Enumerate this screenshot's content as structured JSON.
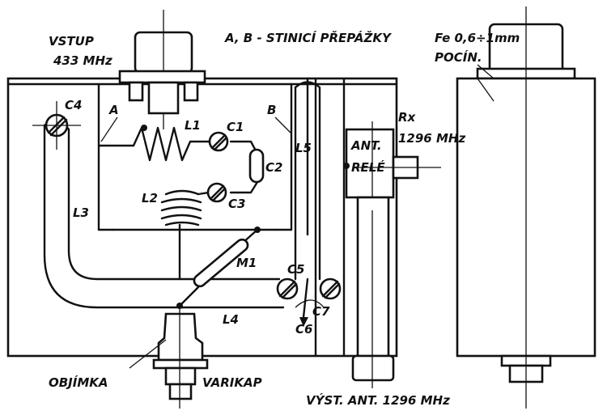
{
  "labels": {
    "vstup_line1": "VSTUP",
    "vstup_line2": "433 MHz",
    "shield_note": "A, B - STINICÍ PŘEPÁŽKY",
    "fe_line1": "Fe 0,6÷1mm",
    "fe_line2": "POCÍN.",
    "a": "A",
    "b": "B",
    "c1": "C1",
    "c2": "C2",
    "c3": "C3",
    "c4": "C4",
    "c5": "C5",
    "c6": "C6",
    "c7": "C7",
    "l1": "L1",
    "l2": "L2",
    "l3": "L3",
    "l4": "L4",
    "l5": "L5",
    "m1": "M1",
    "rx_line1": "Rx",
    "rx_line2": "1296 MHz",
    "ant_line1": "ANT.",
    "ant_line2": "RELÉ",
    "objimka": "OBJÍMKA",
    "varikap": "VARIKAP",
    "vyst": "VÝST. ANT. 1296 MHz"
  }
}
